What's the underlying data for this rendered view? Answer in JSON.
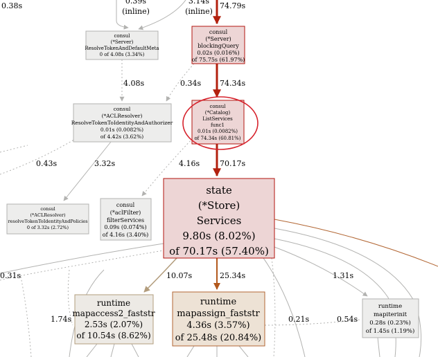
{
  "nodes": {
    "resolve_default_meta": {
      "lines": [
        "consul",
        "(*Server)",
        "ResolveTokenAndDefaultMeta",
        "0 of 4.08s (3.34%)"
      ]
    },
    "blocking_query": {
      "lines": [
        "consul",
        "(*Server)",
        "blockingQuery",
        "0.02s (0.016%)",
        "of 75.75s (61.97%)"
      ]
    },
    "acl_resolver_authorizer": {
      "lines": [
        "consul",
        "(*ACLResolver)",
        "ResolveTokenToIdentityAndAuthorizer",
        "0.01s (0.0082%)",
        "of 4.42s (3.62%)"
      ]
    },
    "catalog_list_services": {
      "lines": [
        "consul",
        "(*Catalog)",
        "ListServices",
        "func1",
        "0.01s (0.0082%)",
        "of 74.34s (60.81%)"
      ]
    },
    "acl_resolver_policies": {
      "lines": [
        "consul",
        "(*ACLResolver)",
        "resolveTokenToIdentityAndPolicies",
        "0 of 3.32s (2.72%)"
      ]
    },
    "acl_filter_services": {
      "lines": [
        "consul",
        "(*aclFilter)",
        "filterServices",
        "0.09s (0.074%)",
        "of 4.16s (3.40%)"
      ]
    },
    "store_services": {
      "lines": [
        "state",
        "(*Store)",
        "Services",
        "9.80s (8.02%)",
        "of 70.17s (57.40%)"
      ]
    },
    "mapaccess2_faststr": {
      "lines": [
        "runtime",
        "mapaccess2_faststr",
        "2.53s (2.07%)",
        "of 10.54s (8.62%)"
      ]
    },
    "mapassign_faststr": {
      "lines": [
        "runtime",
        "mapassign_faststr",
        "4.36s (3.57%)",
        "of 25.48s (20.84%)"
      ]
    },
    "mapiterinit": {
      "lines": [
        "runtime",
        "mapiterinit",
        "0.28s (0.23%)",
        "of 1.45s (1.19%)"
      ]
    }
  },
  "edge_labels": {
    "top_left_time": "0.38s",
    "top_inline_1_time": "0.39s",
    "top_inline_1_note": "(inline)",
    "top_inline_2_time": "3.14s",
    "top_inline_2_note": "(inline)",
    "into_blocking_query": "74.79s",
    "meta_to_authorizer": "4.08s",
    "to_authorizer_2": "0.34s",
    "blocking_to_catalog": "74.34s",
    "left_043": "0.43s",
    "authorizer_to_policies": "3.32s",
    "to_acl_filter": "4.16s",
    "catalog_to_store": "70.17s",
    "left_031": "0.31s",
    "store_to_mapaccess": "10.07s",
    "store_to_mapassign": "25.34s",
    "store_to_mapiterinit": "1.31s",
    "left_174": "1.74s",
    "mid_021": "0.21s",
    "right_054": "0.54s"
  },
  "colors": {
    "hot_fill": "#edd5d5",
    "hot_stroke": "#b2140e",
    "warm_fill": "#ede2d5",
    "warm_stroke": "#b26633",
    "cold_fill": "#ededec",
    "cold_stroke": "#b2b2b0",
    "tan_fill": "#edeae5",
    "tan_stroke": "#b29c7c",
    "hot_edge": "#b2200e",
    "highlight_circle": "#d6212b"
  }
}
